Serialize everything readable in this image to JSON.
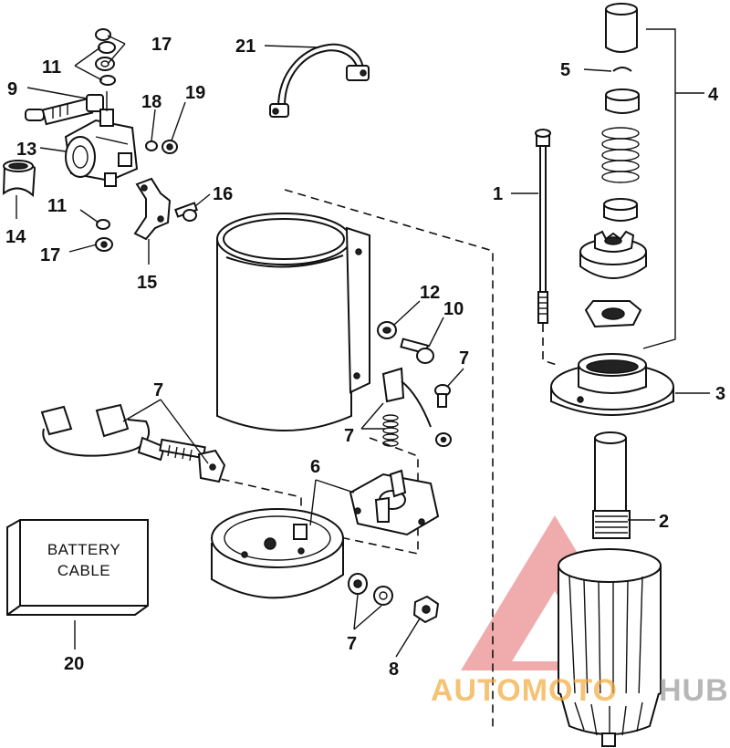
{
  "diagram": {
    "labels": {
      "p1": "1",
      "p2": "2",
      "p3": "3",
      "p4": "4",
      "p5": "5",
      "p6": "6",
      "p7a": "7",
      "p7b": "7",
      "p7c": "7",
      "p7d": "7",
      "p8": "8",
      "p9": "9",
      "p10": "10",
      "p11a": "11",
      "p11b": "11",
      "p12": "12",
      "p13": "13",
      "p14": "14",
      "p15": "15",
      "p16": "16",
      "p17a": "17",
      "p17b": "17",
      "p18": "18",
      "p19": "19",
      "p20": "20",
      "p21": "21"
    },
    "battery_cable_box": {
      "line1": "BATTERY",
      "line2": "CABLE"
    }
  },
  "watermark": {
    "text_orange": "AUTOMOTO",
    "text_gray": "HUB",
    "colors": {
      "accent": "#e03a3a",
      "orange": "#f3a93a",
      "gray": "#9a9a9a"
    }
  }
}
